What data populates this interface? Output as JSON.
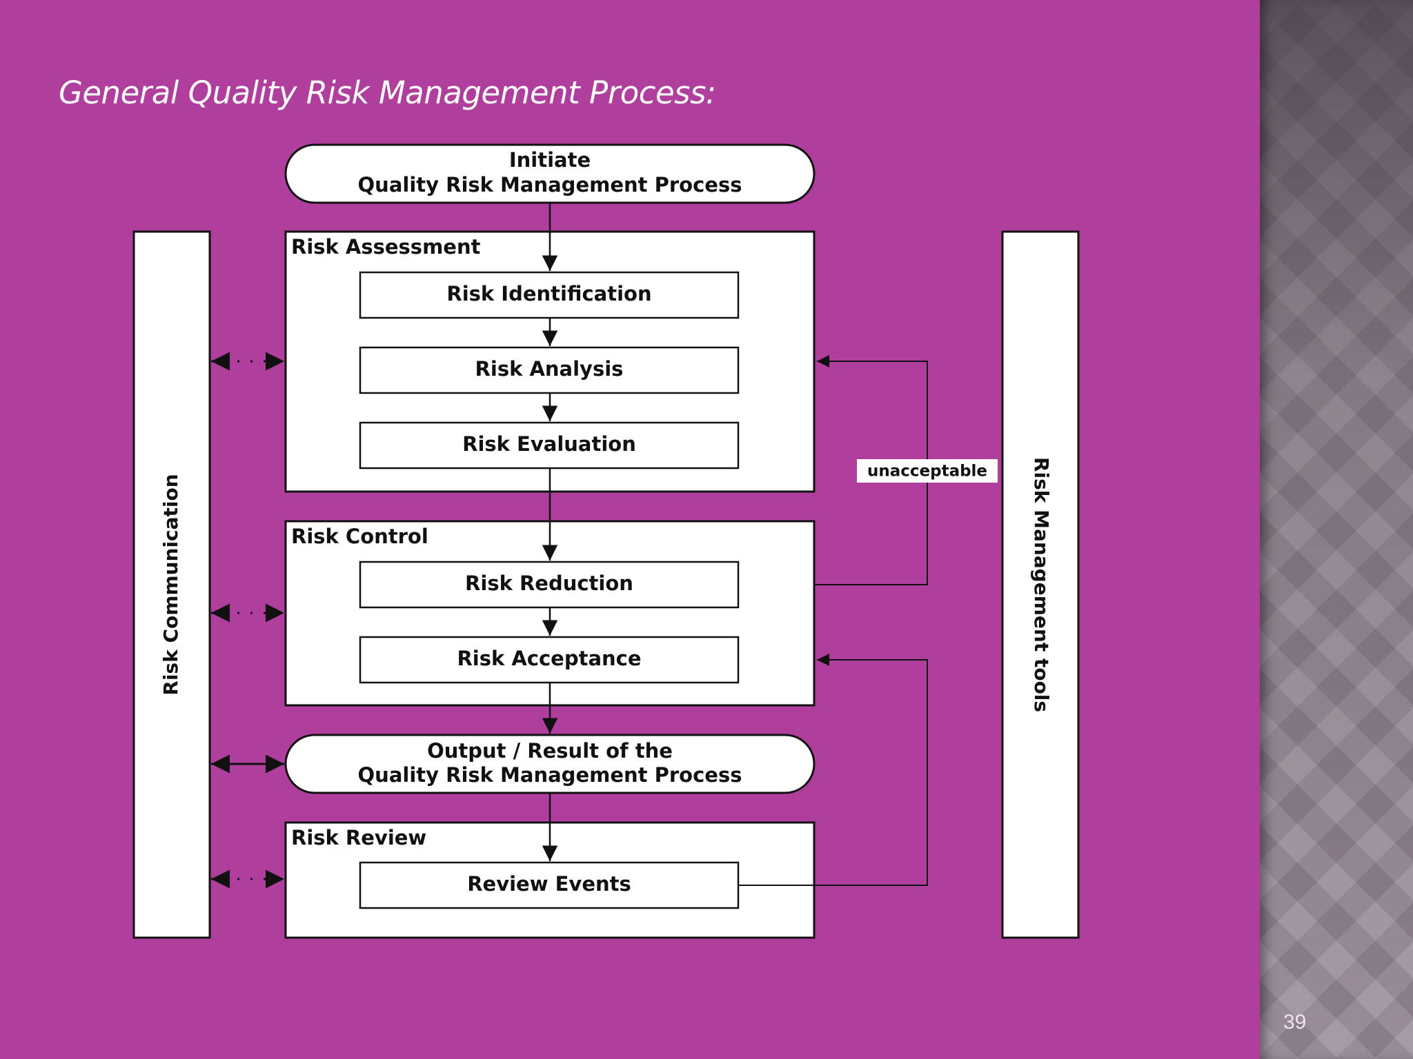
{
  "slide": {
    "title": "General Quality Risk Management Process:",
    "page_number": "39"
  },
  "diagram": {
    "start": {
      "line1": "Initiate",
      "line2": "Quality Risk Management Process"
    },
    "end": {
      "line1": "Output / Result of the",
      "line2": "Quality Risk Management Process"
    },
    "groups": {
      "assessment": {
        "title": "Risk Assessment",
        "steps": [
          "Risk Identification",
          "Risk Analysis",
          "Risk Evaluation"
        ]
      },
      "control": {
        "title": "Risk Control",
        "steps": [
          "Risk Reduction",
          "Risk Acceptance"
        ]
      },
      "review": {
        "title": "Risk Review",
        "steps": [
          "Review Events"
        ]
      }
    },
    "left_bar": "Risk Communication",
    "right_bar": "Risk Management tools",
    "feedback_label": "unacceptable"
  },
  "colors": {
    "background": "#b03e9c",
    "box_fill": "#ffffff",
    "stroke": "#111111"
  }
}
